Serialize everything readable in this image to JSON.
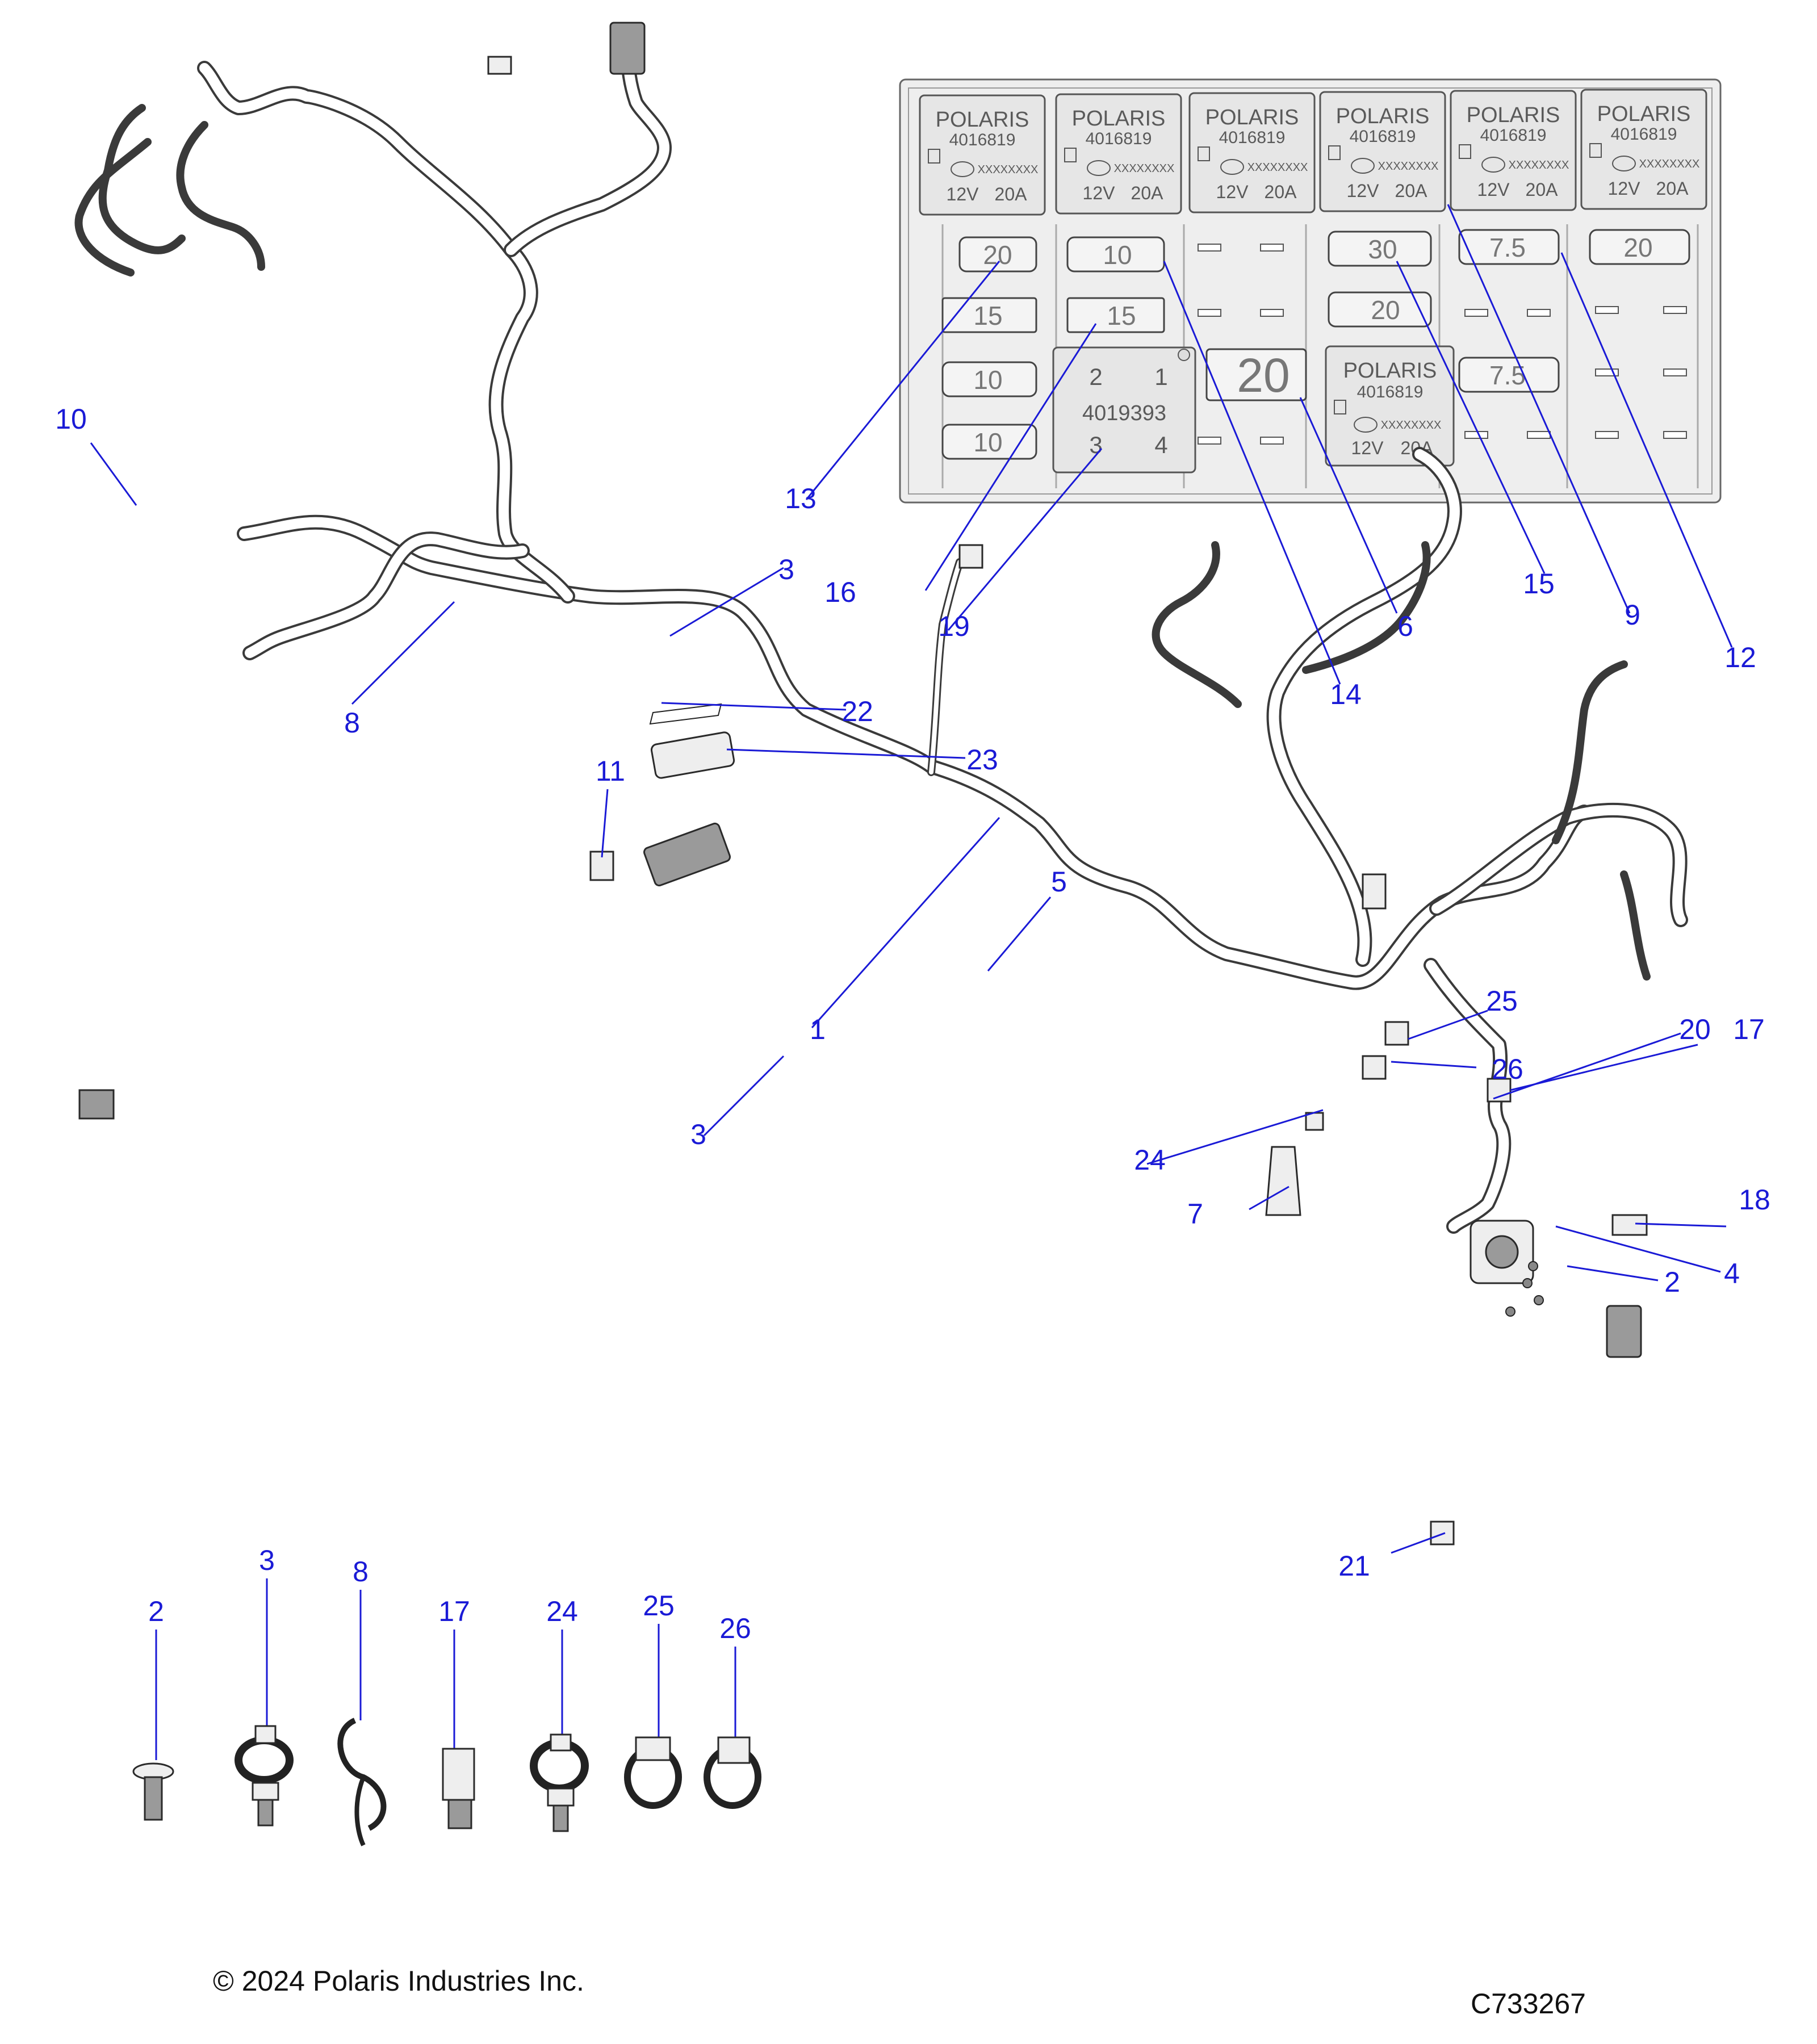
{
  "diagram": {
    "relay_brand": "POLARIS",
    "relay_part_number": "4016819",
    "relay_marking": "XXXXXXXX",
    "relay_voltage": "12V",
    "relay_current": "20A",
    "module_part_number": "4019393",
    "module_pins": [
      "2",
      "1",
      "3",
      "4"
    ],
    "fuse_values": {
      "col1": [
        "20",
        "15",
        "10",
        "10"
      ],
      "col2": [
        "10",
        "15"
      ],
      "col4": [
        "30",
        "20"
      ],
      "col5": [
        "7.5",
        "7.5"
      ],
      "col6": [
        "20"
      ],
      "maxi": "20"
    },
    "callouts": {
      "c1": "1",
      "c2_main": "2",
      "c2_detail": "2",
      "c3_top": "3",
      "c3_mid": "3",
      "c3_detail": "3",
      "c4": "4",
      "c5": "5",
      "c6": "6",
      "c7": "7",
      "c8_main": "8",
      "c8_detail": "8",
      "c9": "9",
      "c10": "10",
      "c11": "11",
      "c12": "12",
      "c13": "13",
      "c14": "14",
      "c15": "15",
      "c16": "16",
      "c17_main": "17",
      "c17_detail": "17",
      "c18": "18",
      "c19": "19",
      "c20": "20",
      "c21": "21",
      "c22": "22",
      "c23": "23",
      "c24_main": "24",
      "c24_detail": "24",
      "c25_main": "25",
      "c25_detail": "25",
      "c26_main": "26",
      "c26_detail": "26"
    }
  },
  "footer": {
    "copyright": "© 2024 Polaris Industries Inc.",
    "drawing_number": "C733267"
  }
}
